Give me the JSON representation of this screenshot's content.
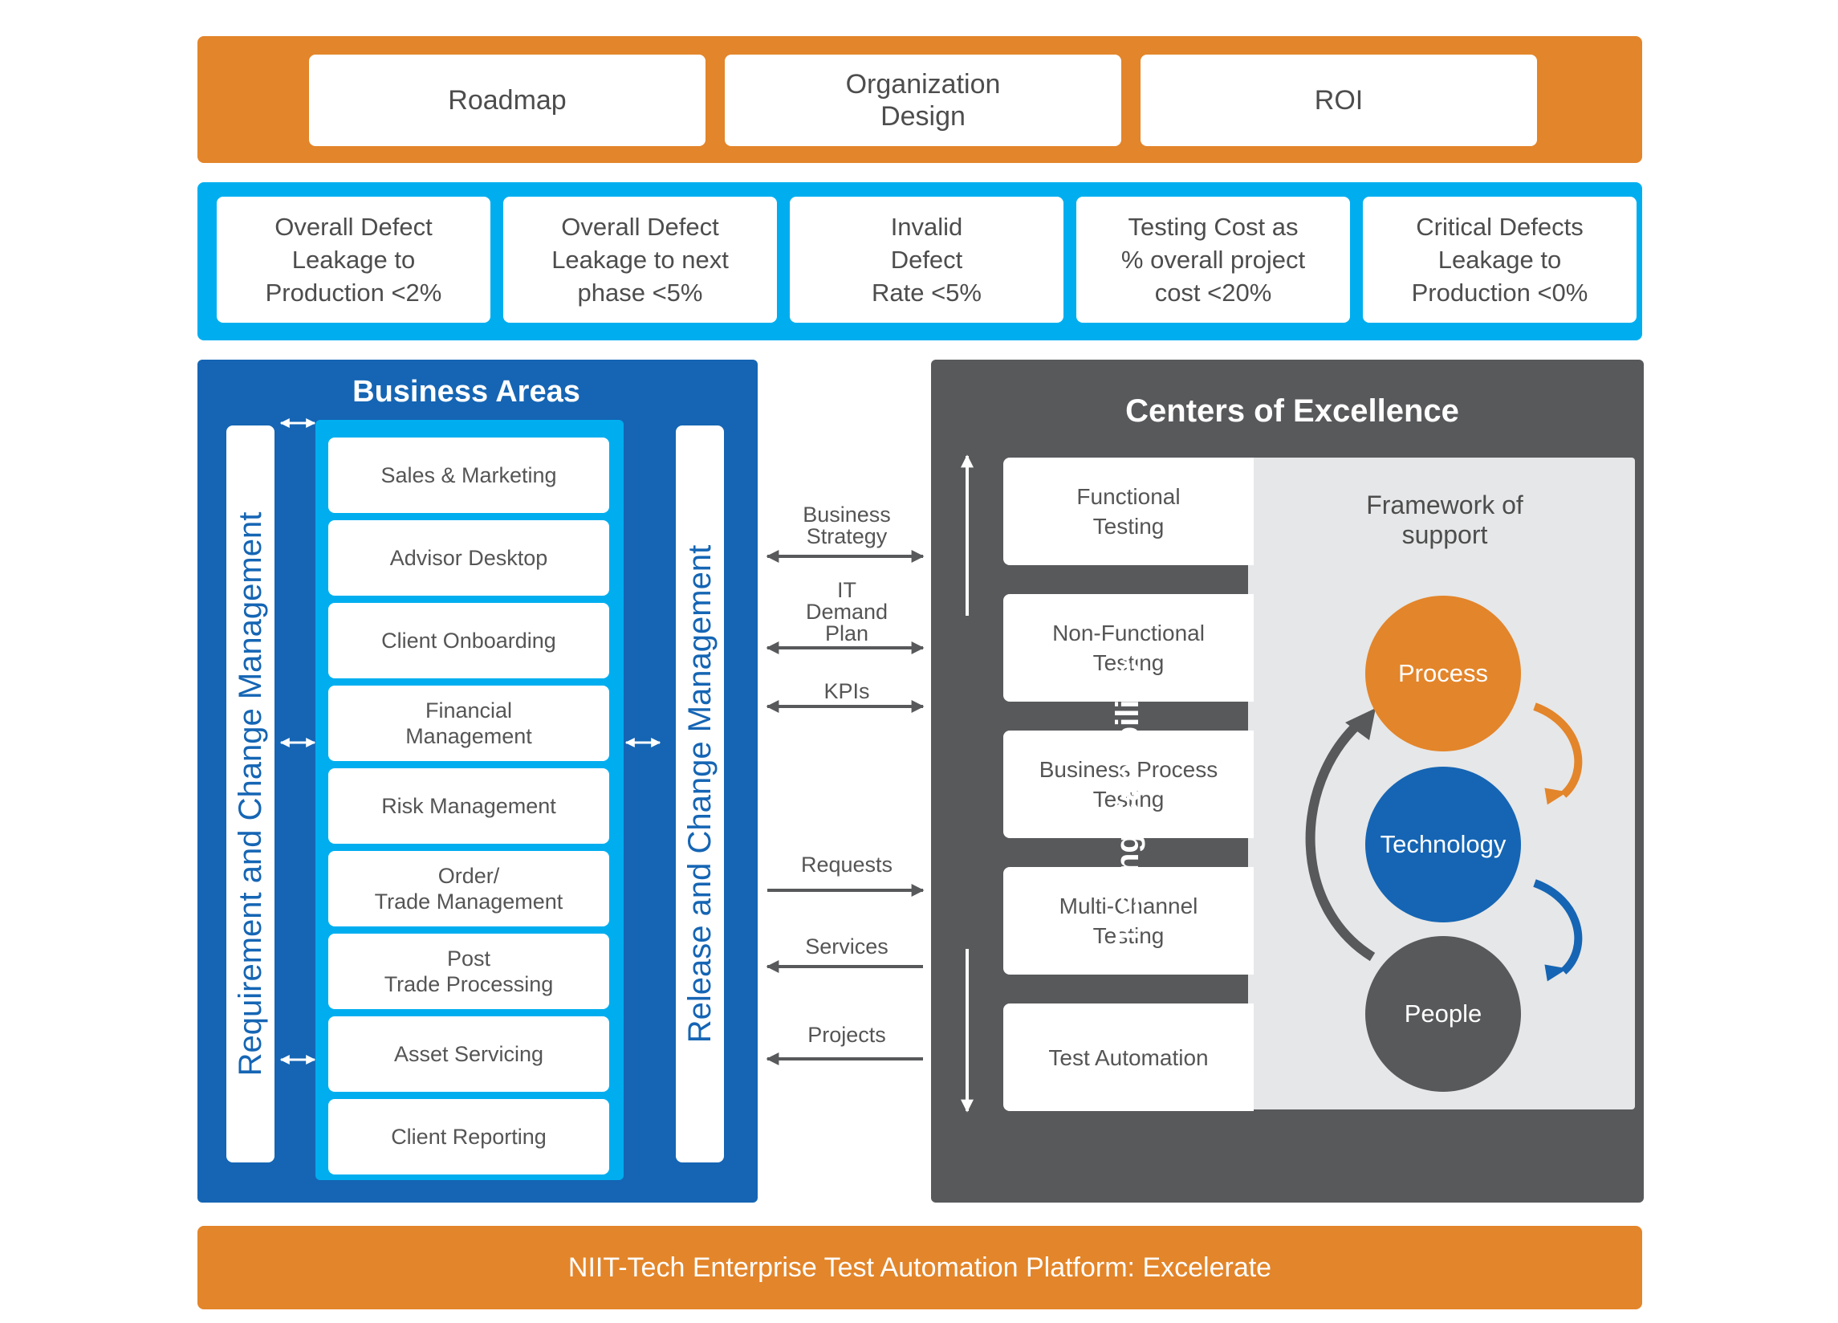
{
  "top": {
    "roadmap": "Roadmap",
    "org_design": "Organization\nDesign",
    "roi": "ROI"
  },
  "kpis": [
    "Overall Defect\nLeakage to\nProduction <2%",
    "Overall Defect\nLeakage to next\nphase <5%",
    "Invalid\nDefect\nRate <5%",
    "Testing Cost as\n% overall project\ncost <20%",
    "Critical Defects\nLeakage to\nProduction <0%"
  ],
  "business_areas": {
    "title": "Business Areas",
    "left_bar": "Requirement and Change Management",
    "right_bar": "Release and Change Management",
    "items": [
      "Sales & Marketing",
      "Advisor Desktop",
      "Client Onboarding",
      "Financial\nManagement",
      "Risk Management",
      "Order/\nTrade Management",
      "Post\nTrade Processing",
      "Asset Servicing",
      "Client Reporting"
    ]
  },
  "flows": [
    "Business\nStrategy",
    "IT\nDemand\nPlan",
    "KPIs",
    "Requests",
    "Services",
    "Projects"
  ],
  "coe": {
    "title": "Centers of Excellence",
    "capabilities_label": "Testing Capabilities",
    "items": [
      "Functional\nTesting",
      "Non-Functional\nTesting",
      "Business Process\nTesting",
      "Multi-Channel\nTesting",
      "Test Automation"
    ],
    "framework_title": "Framework of\nsupport",
    "cycle": {
      "process": "Process",
      "technology": "Technology",
      "people": "People"
    }
  },
  "platform": "NIIT-Tech Enterprise Test Automation Platform: Excelerate",
  "colors": {
    "orange": "#e3852a",
    "cyan": "#00aeef",
    "blue": "#1565b4",
    "gray": "#58595b"
  }
}
